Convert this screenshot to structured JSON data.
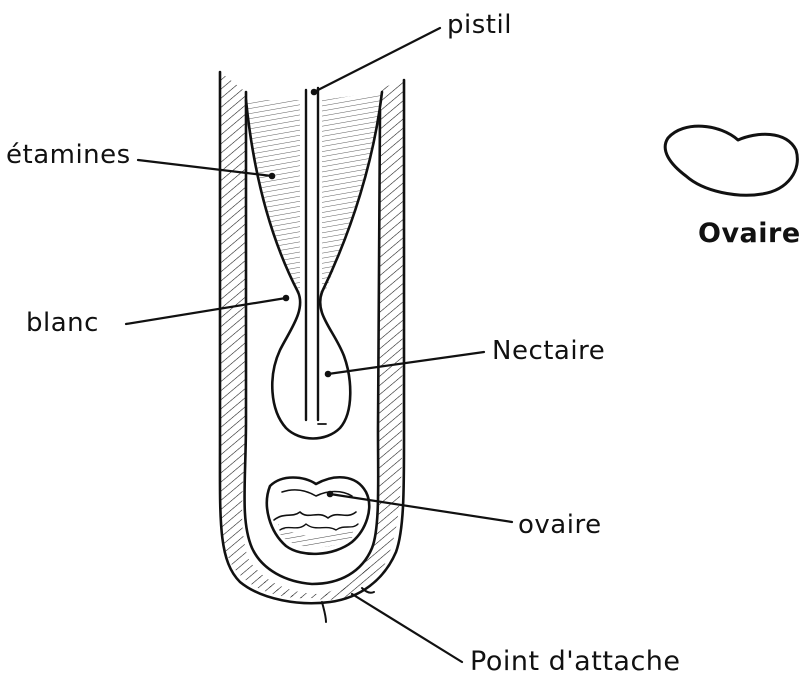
{
  "labels": {
    "pistil": "pistil",
    "etamines": "étamines",
    "blanc": "blanc",
    "nectaire": "Nectaire",
    "ovaire": "ovaire",
    "point_attache": "Point d'attache",
    "ovaire_inset": "Ovaire"
  },
  "colors": {
    "ink": "#111111",
    "background": "#ffffff"
  }
}
